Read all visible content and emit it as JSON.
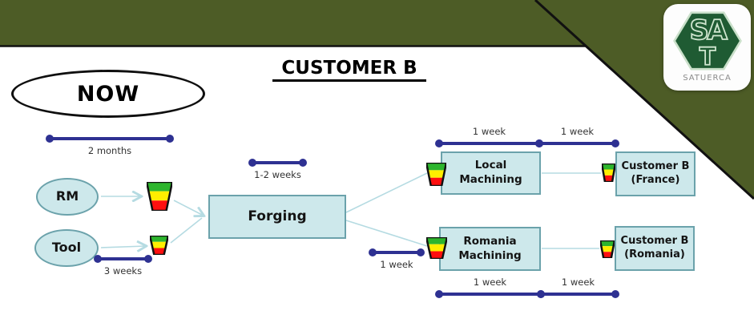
{
  "title": "CUSTOMER B",
  "now_label": "NOW",
  "logo": {
    "caption": "SATUERCA",
    "monogram_top": "SA",
    "monogram_bottom": "T"
  },
  "nodes": {
    "rm": "RM",
    "tool": "Tool",
    "forging": "Forging",
    "local_machining": "Local\nMachining",
    "romania_machining": "Romania\nMachining",
    "customer_france": "Customer B\n(France)",
    "customer_romania": "Customer B\n(Romania)"
  },
  "timelines": [
    {
      "id": "rm-lead",
      "label": "2 months"
    },
    {
      "id": "forging-lead",
      "label": "1-2 weeks"
    },
    {
      "id": "tool-lead",
      "label": "3 weeks"
    },
    {
      "id": "forging-to-romania",
      "label": "1 week"
    },
    {
      "id": "local-machining-lead",
      "label": "1 week"
    },
    {
      "id": "local-delivery",
      "label": "1 week"
    },
    {
      "id": "romania-machining-lead",
      "label": "1 week"
    },
    {
      "id": "romania-delivery",
      "label": "1 week"
    }
  ],
  "colors": {
    "band": "#4d5c26",
    "box_fill": "#cde8eb",
    "box_border": "#6ba2ab",
    "timeline": "#2e3192",
    "connector": "#b5dbe2",
    "funnel_green": "#2db52d",
    "funnel_yellow": "#ffee00",
    "funnel_red": "#ff0f0f",
    "logo_green": "#1f5b33"
  }
}
